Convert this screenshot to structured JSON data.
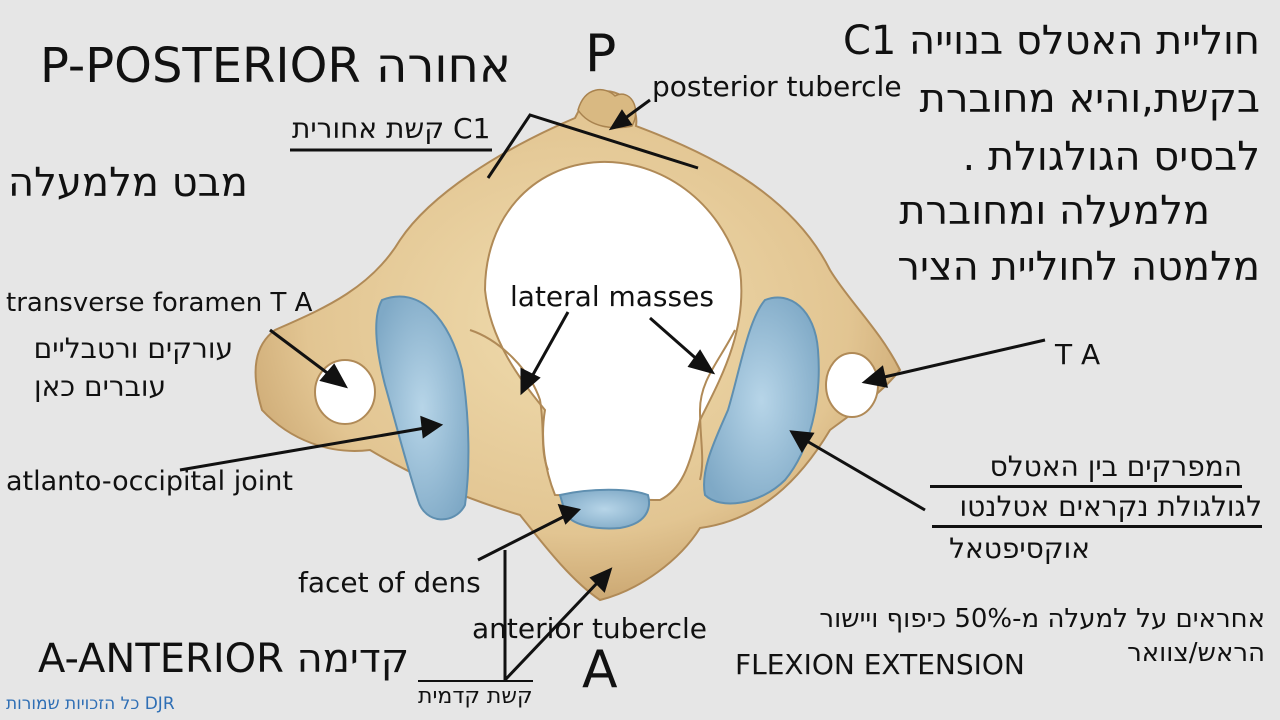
{
  "labels": {
    "posterior_heading": "P-POSTERIOR אחורה",
    "top_view": "מבט מלמעלה",
    "p_letter": "P",
    "a_letter": "A",
    "posterior_tubercle": "posterior tubercle",
    "posterior_arch": "C1 קשת אחורית",
    "lateral_masses": "lateral masses",
    "transverse_foramen": "transverse foramen T A",
    "ta_right": "T A",
    "arteries_line1": "עורקים ורטבליים",
    "arteries_line2": "עוברים כאן",
    "atlanto_occipital": "atlanto-occipital joint",
    "facet_of_dens": "facet of dens",
    "anterior_tubercle": "anterior tubercle",
    "anterior_heading": "A-ANTERIOR קדימה",
    "anterior_arch": "קשת קדמית",
    "copyright": "DJR כל הזכויות שמורות"
  },
  "description": {
    "line1": "חוליית האטלס בנוייה C1",
    "line2": "בקשת,והיא מחוברת",
    "line3": "לבסיס הגולגולת .",
    "line4": "מלמעלה ומחוברת",
    "line5": "מלמטה לחוליית הציר"
  },
  "joint_note": {
    "line1": "המפרקים בין האטלס",
    "line2": "לגולגולת נקראים אטלנטו",
    "line3": "אוקסיפטאל"
  },
  "movement_note": {
    "line1": "אחראים על למעלה מ-50% כיפוף ויישור",
    "line2": "הראש/צוואר",
    "line3": "FLEXION EXTENSION"
  },
  "colors": {
    "bone": "#e4cc9c",
    "bone_shade": "#c9a56e",
    "cartilage": "#9ec4dc",
    "cartilage_dark": "#5f8fb0",
    "background": "#e6e6e6"
  }
}
